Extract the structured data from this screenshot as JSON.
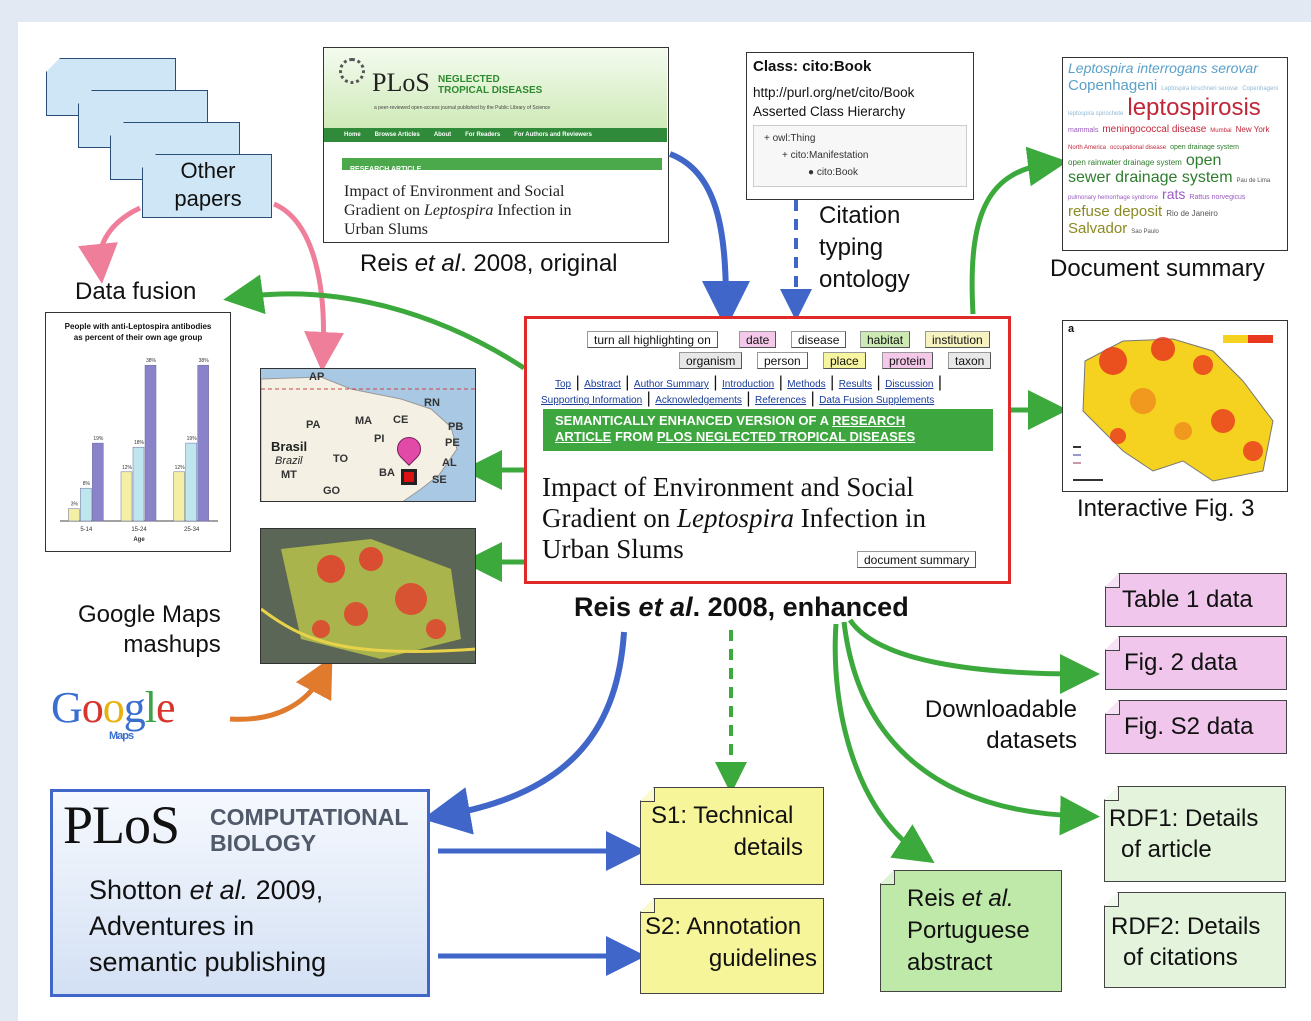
{
  "other_papers": {
    "label_line1": "Other",
    "label_line2": "papers"
  },
  "data_fusion": {
    "label": "Data fusion",
    "chart_title_line1": "People with anti-Leptospira antibodies",
    "chart_title_line2": "as percent of their own age group",
    "xlabel": "Age"
  },
  "chart_data": {
    "type": "bar",
    "title": "People with anti-Leptospira antibodies as percent of their own age group",
    "xlabel": "Age",
    "categories": [
      "5-14",
      "15-24",
      "25-34"
    ],
    "series": [
      {
        "values": [
          3,
          12,
          12
        ],
        "color": "#f3f0a6"
      },
      {
        "values": [
          8,
          18,
          19
        ],
        "color": "#bfe6ee"
      },
      {
        "values": [
          19,
          38,
          38
        ],
        "color": "#8a83c9"
      }
    ],
    "data_labels": [
      [
        "3%",
        "8%",
        "19%"
      ],
      [
        "12%",
        "18%",
        "38%"
      ],
      [
        "12%",
        "19%",
        "38%"
      ]
    ],
    "ylim": [
      0,
      40
    ]
  },
  "plos_ntd": {
    "journal_line1": "NEGLECTED",
    "journal_line2": "TROPICAL DISEASES",
    "tagline": "a peer-reviewed open-access journal published by the Public Library of Science",
    "nav": [
      "Home",
      "Browse Articles",
      "About",
      "For Readers",
      "For Authors and Reviewers"
    ],
    "section": "RESEARCH ARTICLE",
    "title_line1": "Impact of Environment and Social",
    "title_line2_a": "Gradient on ",
    "title_line2_b": "Leptospira",
    "title_line2_c": " Infection in",
    "title_line3": "Urban Slums",
    "caption_a": "Reis ",
    "caption_b": "et al",
    "caption_c": ". 2008, original"
  },
  "cito": {
    "class_label": "Class: cito:Book",
    "uri": "http://purl.org/net/cito/Book",
    "hierarchy_label": "Asserted Class Hierarchy",
    "h1": "+ owl:Thing",
    "h2": "+ cito:Manifestation",
    "h3": "cito:Book",
    "caption_line1": "Citation",
    "caption_line2": "typing",
    "caption_line3": "ontology"
  },
  "doc_summary": {
    "caption": "Document summary",
    "words": [
      {
        "t": "Leptospira interrogans serovar",
        "c": "#5aa0c8",
        "s": 14,
        "i": true
      },
      {
        "t": "Copenhageni",
        "c": "#5aa0c8",
        "s": 15
      },
      {
        "t": "Leptospira kirschneri serovar",
        "c": "#8fb9d6",
        "s": 6
      },
      {
        "t": "Copenhageni",
        "c": "#8fb9d6",
        "s": 6
      },
      {
        "t": "leptospira spirochete",
        "c": "#8fb9d6",
        "s": 6
      },
      {
        "t": "leptospirosis",
        "c": "#c0283a",
        "s": 24
      },
      {
        "t": "mammals",
        "c": "#9a5bc0",
        "s": 7
      },
      {
        "t": "meningococcal disease",
        "c": "#c0283a",
        "s": 10
      },
      {
        "t": "Mumbai",
        "c": "#c0283a",
        "s": 6
      },
      {
        "t": "New York",
        "c": "#c0283a",
        "s": 8
      },
      {
        "t": "North America",
        "c": "#c0283a",
        "s": 6
      },
      {
        "t": "occupational disease",
        "c": "#c0283a",
        "s": 6
      },
      {
        "t": "open drainage system",
        "c": "#2d7d2d",
        "s": 7
      },
      {
        "t": "open rainwater drainage system",
        "c": "#2d7d2d",
        "s": 8
      },
      {
        "t": "open",
        "c": "#2d7d2d",
        "s": 16
      },
      {
        "t": "sewer drainage system",
        "c": "#2d7d2d",
        "s": 16
      },
      {
        "t": "Pau de Lima",
        "c": "#555",
        "s": 6
      },
      {
        "t": "pulmonary hemorrhage syndrome",
        "c": "#9a5bc0",
        "s": 6
      },
      {
        "t": "rats",
        "c": "#9a5bc0",
        "s": 14
      },
      {
        "t": "Rattus norvegicus",
        "c": "#9a5bc0",
        "s": 7
      },
      {
        "t": "refuse deposit",
        "c": "#8a8a22",
        "s": 15
      },
      {
        "t": "Rio de Janeiro",
        "c": "#555",
        "s": 8
      },
      {
        "t": "Salvador",
        "c": "#8a8a22",
        "s": 15
      },
      {
        "t": "Sao Paulo",
        "c": "#555",
        "s": 6
      }
    ]
  },
  "enhanced": {
    "buttons_row1": [
      "turn all highlighting on",
      "date",
      "disease",
      "habitat",
      "institution"
    ],
    "buttons_row2": [
      "organism",
      "person",
      "place",
      "protein",
      "taxon"
    ],
    "links_row1": [
      "Top",
      "Abstract",
      "Author Summary",
      "Introduction",
      "Methods",
      "Results",
      "Discussion"
    ],
    "links_row2": [
      "Supporting Information",
      "Acknowledgements",
      "References",
      "Data Fusion Supplements"
    ],
    "banner_line1_a": "SEMANTICALLY ENHANCED VERSION OF A ",
    "banner_line1_b": "RESEARCH",
    "banner_line2_a": "ARTICLE",
    "banner_line2_b": " FROM ",
    "banner_line2_c": "PLOS NEGLECTED TROPICAL DISEASES",
    "title_line1": "Impact of Environment and Social",
    "title_line2_a": "Gradient on ",
    "title_line2_b": "Leptospira",
    "title_line2_c": " Infection in",
    "title_line3": "Urban Slums",
    "summary_button": "document summary",
    "caption_a": "Reis ",
    "caption_b": "et al",
    "caption_c": ". 2008, enhanced"
  },
  "brazil_map": {
    "labels": [
      "AP",
      "PA",
      "MA",
      "CE",
      "RN",
      "PB",
      "PE",
      "AL",
      "SE",
      "BA",
      "PI",
      "TO",
      "GO",
      "MT"
    ],
    "brasil": "Brasil",
    "brazil": "Brazil"
  },
  "google_maps": {
    "label_line1": "Google Maps",
    "label_line2": "mashups",
    "logo": "Google",
    "logo_sub": "Maps"
  },
  "interactive_fig": {
    "caption": "Interactive Fig. 3",
    "panel": "a"
  },
  "datasets": {
    "label_line1": "Downloadable",
    "label_line2": "datasets",
    "items": [
      "Table 1 data",
      "Fig. 2 data",
      "Fig. S2 data"
    ]
  },
  "rdf": {
    "rdf1_line1": "RDF1: Details",
    "rdf1_line2": "of article",
    "rdf2_line1": "RDF2: Details",
    "rdf2_line2": "of citations"
  },
  "portuguese": {
    "line1_a": "Reis ",
    "line1_b": "et al.",
    "line2": "Portuguese",
    "line3": "abstract"
  },
  "supplements": {
    "s1_line1": "S1: Technical",
    "s1_line2": "details",
    "s2_line1": "S2: Annotation",
    "s2_line2": "guidelines"
  },
  "plos_cb": {
    "logo": "PLoS",
    "journal_line1": "COMPUTATIONAL",
    "journal_line2": "BIOLOGY",
    "line1_a": "Shotton ",
    "line1_b": "et al.",
    "line1_c": " 2009,",
    "line2": "Adventures in",
    "line3": "semantic publishing"
  },
  "colors": {
    "blue_arrow": "#3f66c8",
    "green_arrow": "#3ca93c",
    "pink_arrow": "#ef7e9a",
    "orange_arrow": "#e07a2c",
    "red_frame": "#e02a2a",
    "pink_box": "#f0c6ec",
    "yellow_note": "#f7f59a",
    "green_note": "#bfe9a8",
    "light_green_note": "#e4f4dc"
  }
}
